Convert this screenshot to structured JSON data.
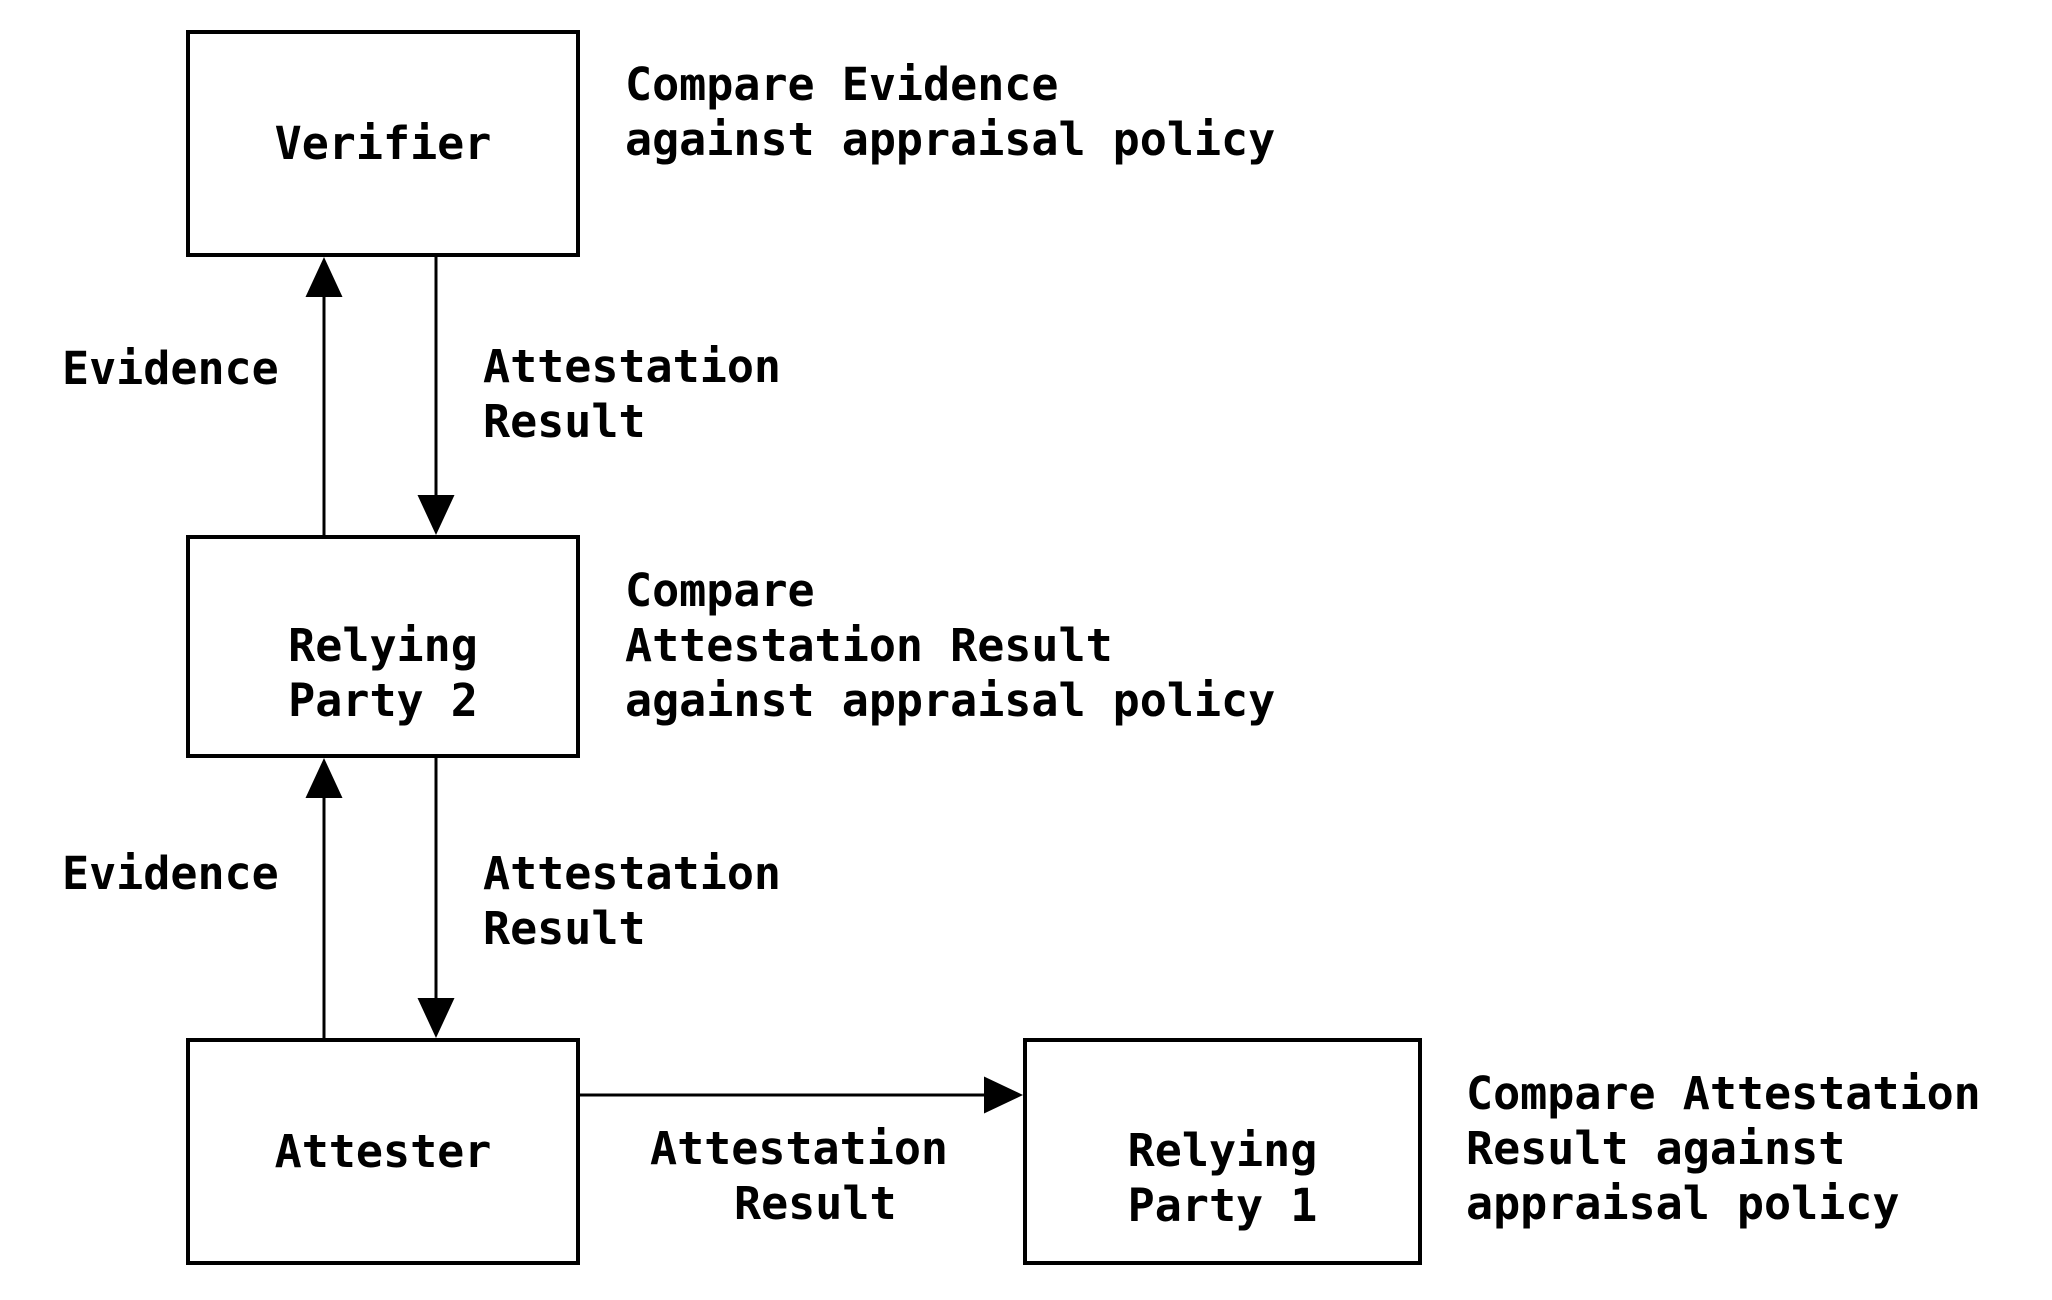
{
  "diagram": {
    "colors": {
      "background": "#ffffff",
      "line": "#000000",
      "text": "#000000"
    },
    "nodes": {
      "verifier": {
        "label": "Verifier"
      },
      "relying_party_2": {
        "line1": "Relying",
        "line2": "Party 2"
      },
      "attester": {
        "label": "Attester"
      },
      "relying_party_1": {
        "line1": "Relying",
        "line2": "Party 1"
      }
    },
    "notes": {
      "verifier": {
        "line1": "Compare Evidence",
        "line2": "against appraisal policy"
      },
      "relying_party_2": {
        "line1": "Compare",
        "line2": "Attestation Result",
        "line3": "against appraisal policy"
      },
      "relying_party_1": {
        "line1": "Compare Attestation",
        "line2": "Result against",
        "line3": "appraisal policy"
      }
    },
    "edge_labels": {
      "evidence_rp2_to_verifier": "Evidence",
      "attestation_result_verifier_to_rp2": {
        "line1": "Attestation",
        "line2": "Result"
      },
      "evidence_attester_to_rp2": "Evidence",
      "attestation_result_rp2_to_attester": {
        "line1": "Attestation",
        "line2": "Result"
      },
      "attestation_result_attester_to_rp1": {
        "line1": "Attestation",
        "line2": "Result"
      }
    }
  }
}
